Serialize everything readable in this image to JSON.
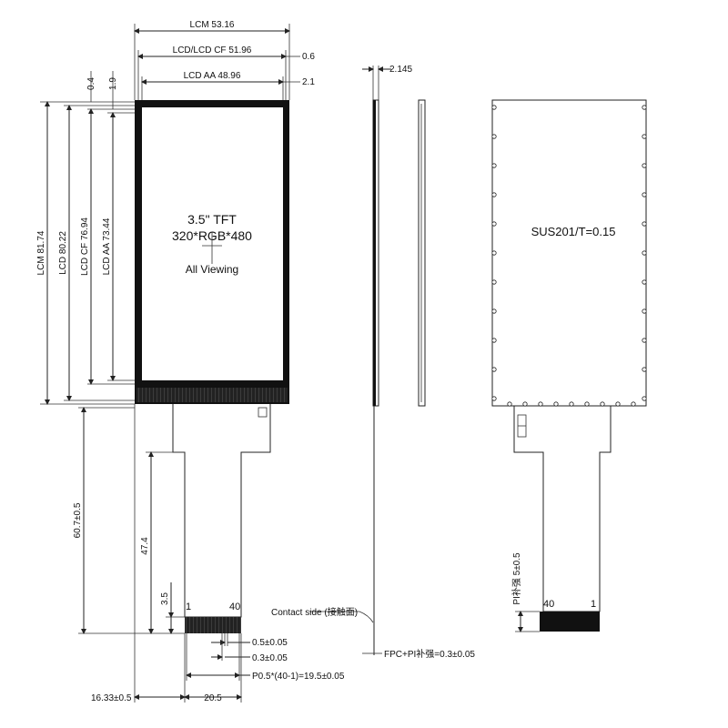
{
  "front_view": {
    "panel_line1": "3.5\" TFT",
    "panel_line2": "320*RGB*480",
    "panel_line3": "All Viewing",
    "dim_lcm_width": "LCM 53.16",
    "dim_lcd_cf_width": "LCD/LCD CF 51.96",
    "dim_lcd_aa_width": "LCD AA 48.96",
    "dim_06": "0.6",
    "dim_21": "2.1",
    "dim_04": "0.4",
    "dim_19": "1.9",
    "dim_lcm_height": "LCM 81.74",
    "dim_lcd_height": "LCD 80.22",
    "dim_lcd_cf_height": "LCD CF 76.94",
    "dim_lcd_aa_height": "LCD AA 73.44",
    "dim_fpc_length": "60.7±0.5",
    "dim_474": "47.4",
    "dim_35": "3.5",
    "pin_first": "1",
    "pin_last": "40",
    "dim_pad_width": "0.5±0.05",
    "dim_pad_gap": "0.3±0.05",
    "dim_pitch": "P0.5*(40-1)=19.5±0.05",
    "dim_offset": "16.33±0.5",
    "dim_fpc_width": "20.5"
  },
  "side_view": {
    "dim_thickness": "2.145",
    "contact_side": "Contact side (接触面)",
    "fpc_note": "FPC+PI补强=0.3±0.05"
  },
  "back_view": {
    "material": "SUS201/T=0.15",
    "pi_stiffener": "PI补强 5±0.5",
    "pin_left": "40",
    "pin_right": "1"
  },
  "colors": {
    "line": "#222222",
    "panel_border": "#111111",
    "connector": "#111111"
  }
}
